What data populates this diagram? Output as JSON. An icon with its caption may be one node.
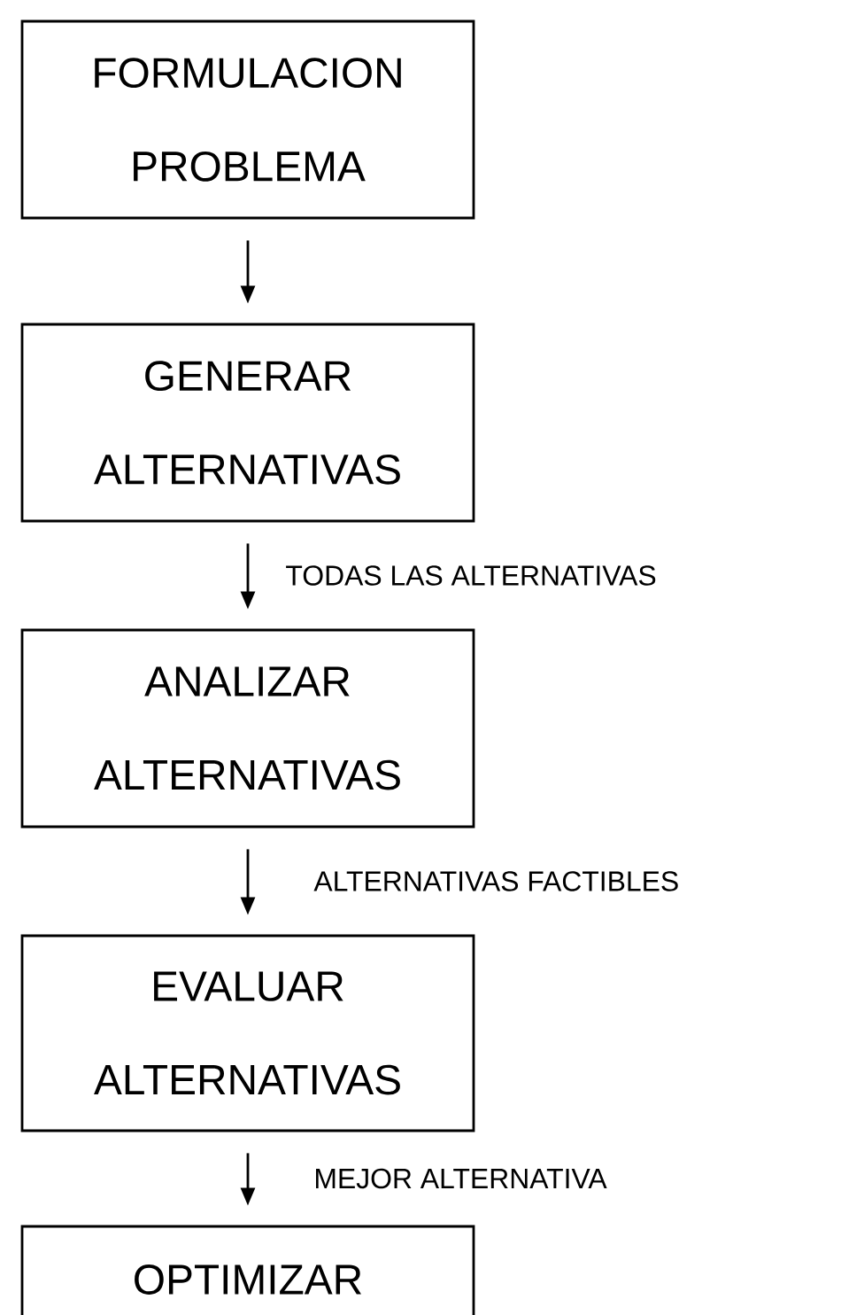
{
  "diagram": {
    "nodes": [
      {
        "text": [
          "FORMULACION PROBLEMA"
        ]
      },
      {
        "text": [
          "GENERAR ALTERNATIVAS"
        ]
      },
      {
        "text": [
          "ANALIZAR ALTERNATIVAS"
        ]
      },
      {
        "text": [
          "EVALUAR ALTERNATIVAS"
        ]
      },
      {
        "text": [
          "OPTIMIZAR"
        ]
      }
    ],
    "edges": [
      {
        "from": 0,
        "to": 1,
        "arrow": "to"
      },
      {
        "from": 1,
        "to": 2,
        "arrow": "to",
        "label": "TODAS LAS ALTERNATIVAS"
      },
      {
        "from": 2,
        "to": 3,
        "arrow": "to",
        "label": "ALTERNATIVAS FACTIBLES"
      },
      {
        "from": 3,
        "to": 4,
        "arrow": "to",
        "label": "MEJOR ALTERNATIVA"
      }
    ]
  }
}
